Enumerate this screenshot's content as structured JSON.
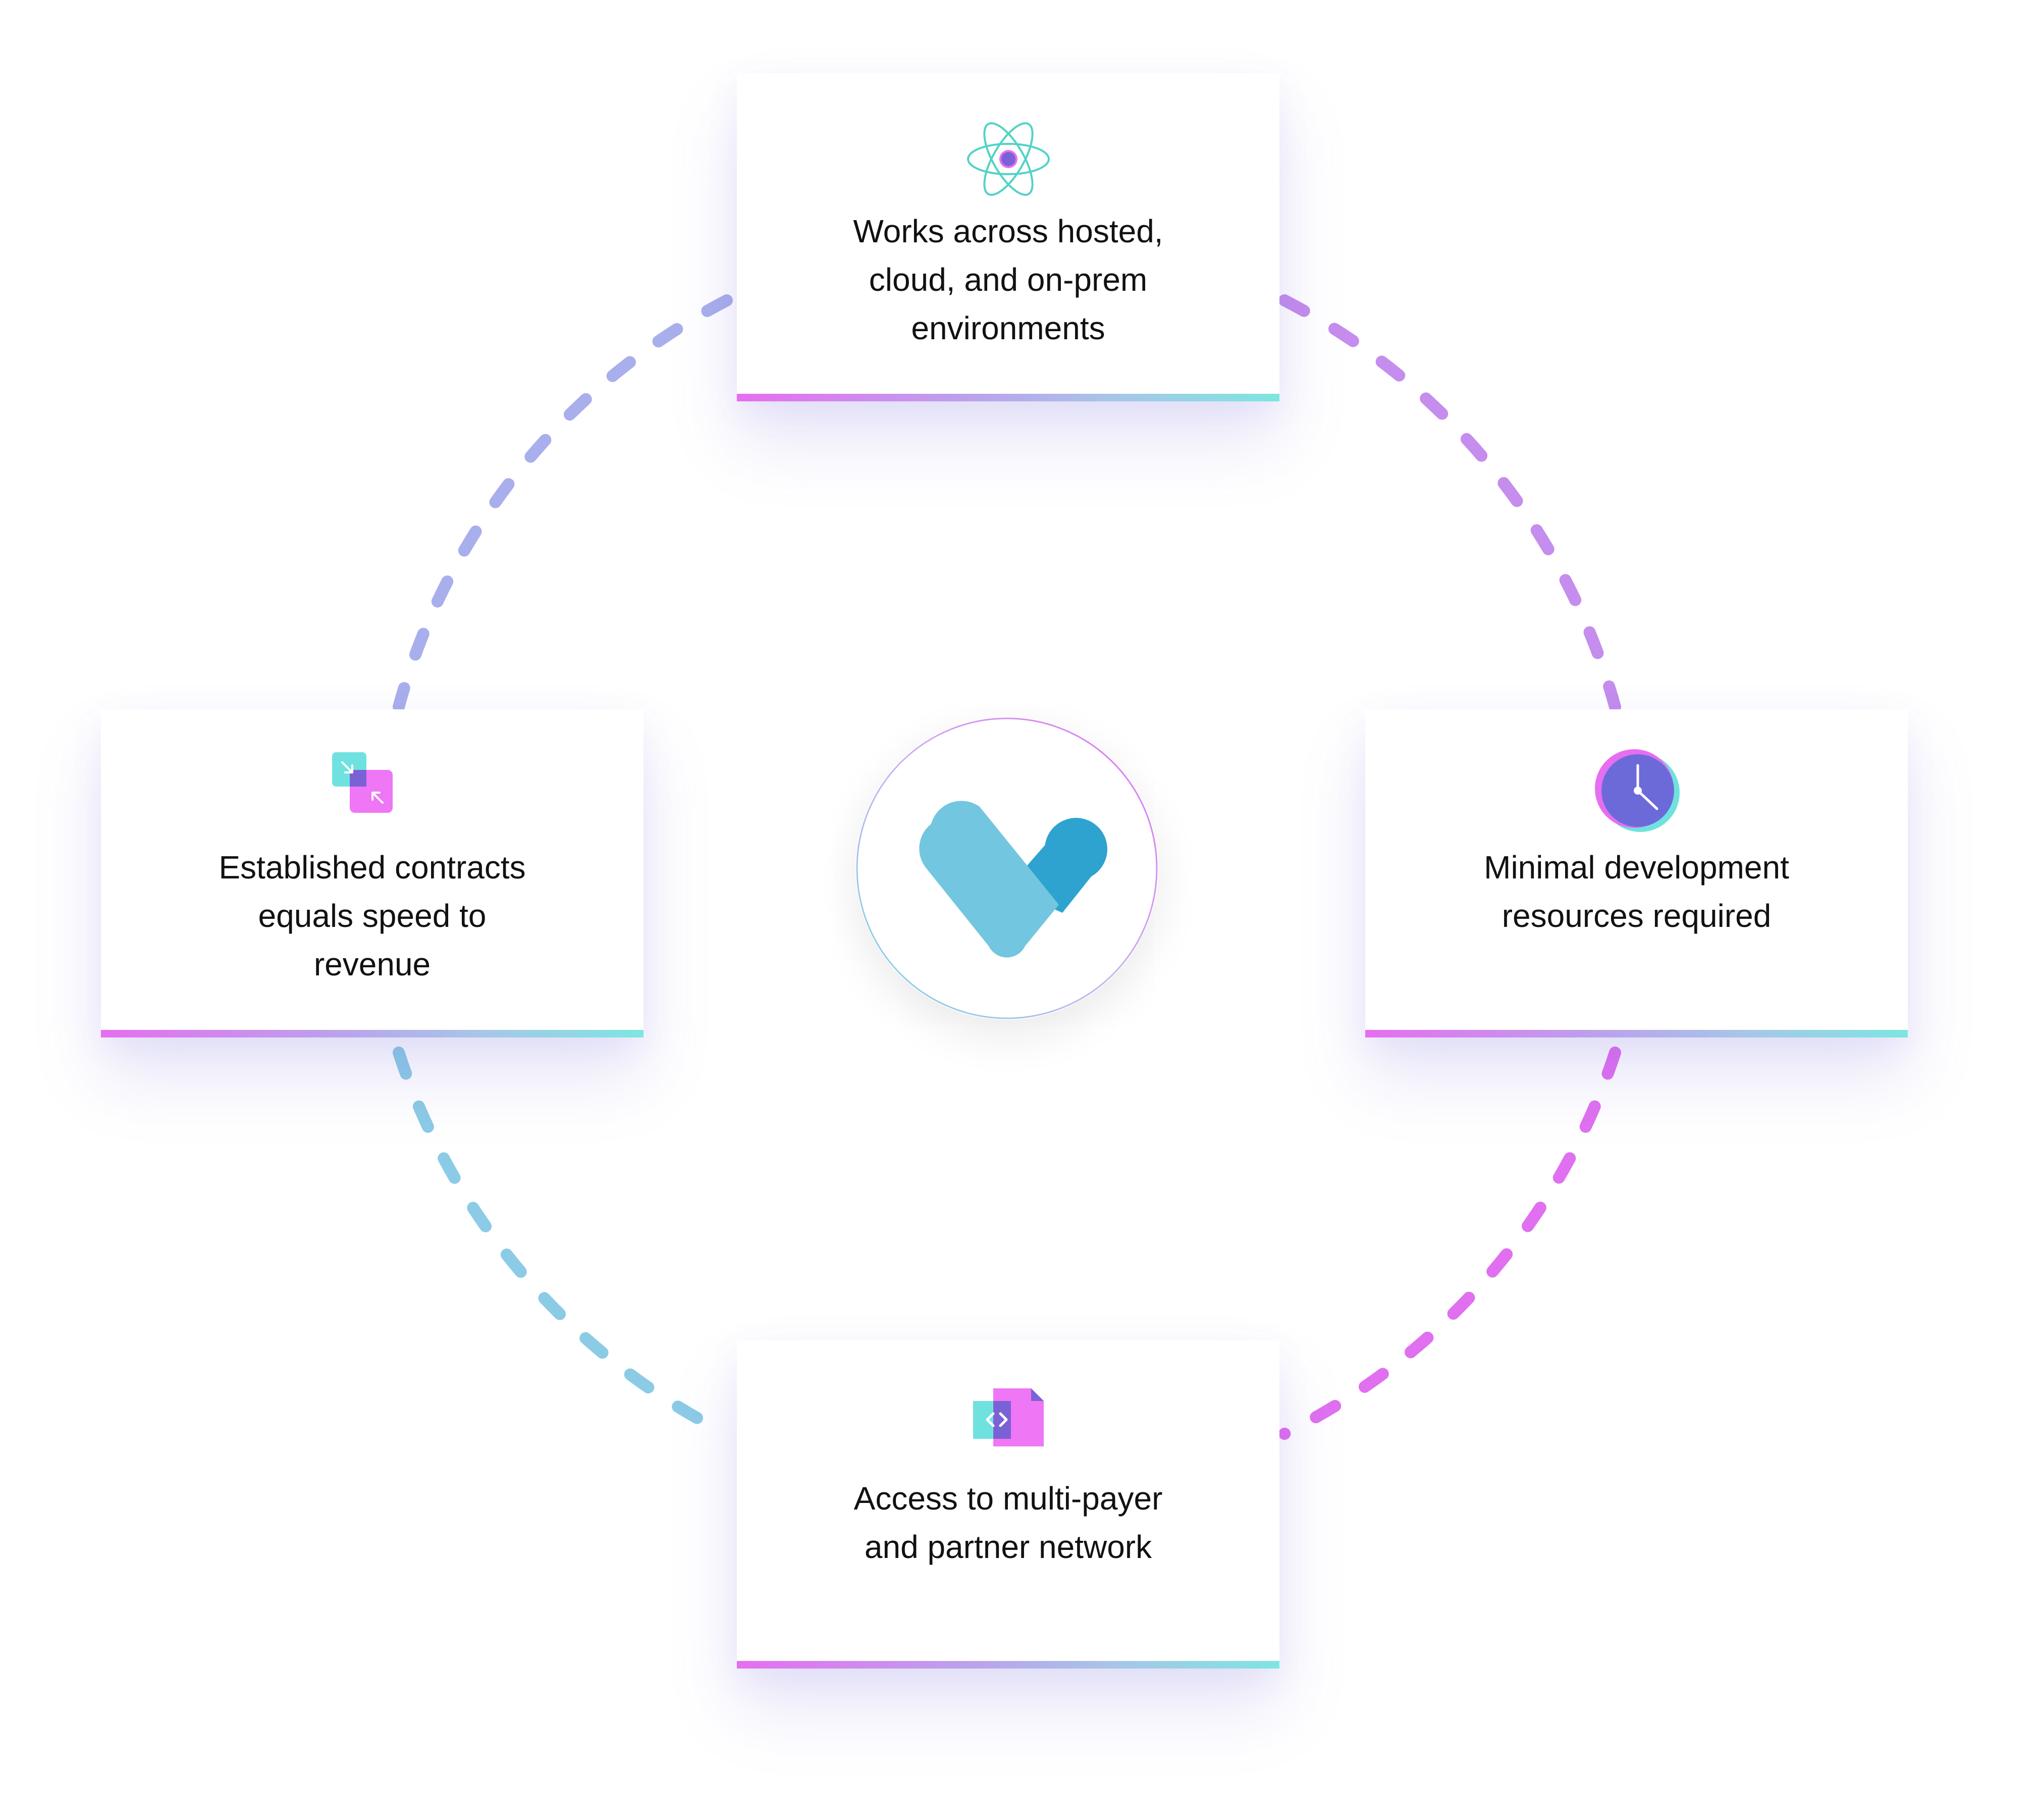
{
  "center": {
    "logo_icon": "heart-check-logo-icon",
    "colors": {
      "light": "#72c6df",
      "dark": "#2ea3cf"
    }
  },
  "cards": [
    {
      "id": "top",
      "icon": "atom-icon",
      "text": "Works across hosted,\ncloud, and on-prem\nenvironments"
    },
    {
      "id": "right",
      "icon": "clock-icon",
      "text": "Minimal development\nresources required"
    },
    {
      "id": "bottom",
      "icon": "code-document-icon",
      "text": "Access to multi-payer\nand partner network"
    },
    {
      "id": "left",
      "icon": "swap-arrows-icon",
      "text": "Established contracts\nequals speed to\nrevenue"
    }
  ],
  "colors": {
    "accent_pink": "#e66ef0",
    "accent_purple": "#b9a4ec",
    "accent_teal": "#7de6e0",
    "ring_blue": "#9aa6e8",
    "ring_purple": "#c48cec",
    "ring_pink": "#e070f0",
    "ring_lightblue": "#8ccbe6"
  }
}
